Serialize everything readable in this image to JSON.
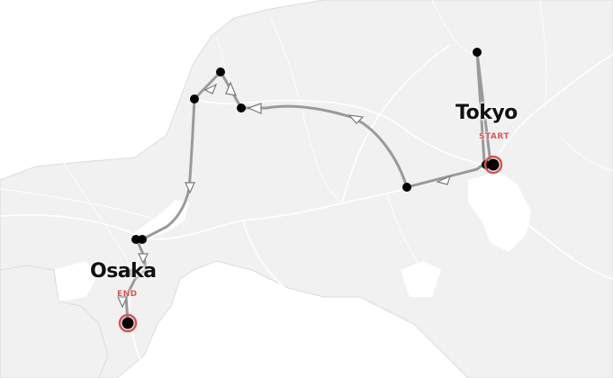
{
  "cities": [
    {
      "id": "tokyo",
      "label": "Tokyo",
      "terminal": "START"
    },
    {
      "id": "osaka",
      "label": "Osaka",
      "terminal": "END"
    }
  ],
  "colors": {
    "land": "#f1f1f1",
    "route": "#9a9a9a",
    "stop": "#000000",
    "terminal_accent": "#d9534f"
  },
  "icons": {
    "direction_arrow": "chevron-triangle-icon",
    "stop_marker": "filled-dot-icon",
    "terminal_marker": "ring-dot-icon"
  }
}
